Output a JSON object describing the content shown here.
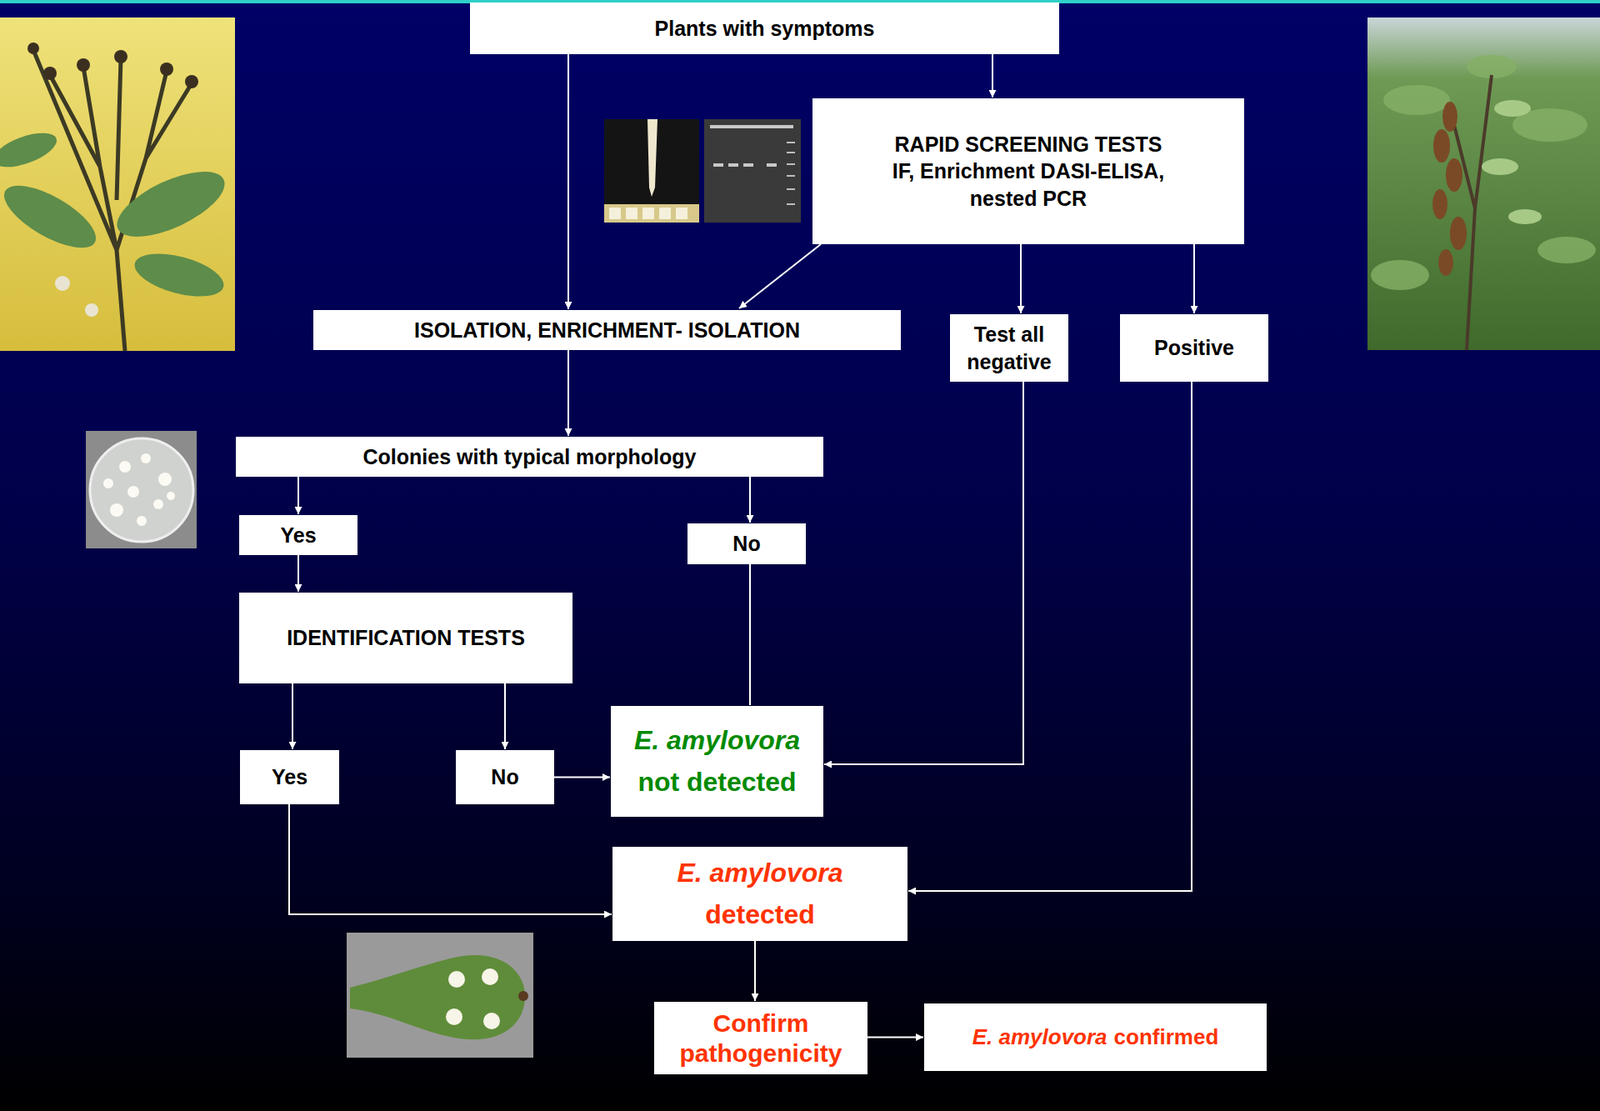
{
  "diagram": {
    "nodes": [
      {
        "text": [
          "Plants with symptoms"
        ]
      },
      {
        "text": [
          "RAPID SCREENING TESTS",
          "IF, Enrichment DASI-ELISA, nested PCR"
        ]
      },
      {
        "text": [
          "ISOLATION, ENRICHMENT- ISOLATION"
        ]
      },
      {
        "text": [
          "Test all negative"
        ]
      },
      {
        "text": [
          "Positive"
        ]
      },
      {
        "text": [
          "Colonies with typical morphology"
        ]
      },
      {
        "text": [
          "Yes"
        ]
      },
      {
        "text": [
          "No"
        ]
      },
      {
        "text": [
          "IDENTIFICATION TESTS"
        ]
      },
      {
        "text": [
          "Yes"
        ]
      },
      {
        "text": [
          "No"
        ]
      },
      {
        "text": [
          "E. amylovora",
          "not detected"
        ]
      },
      {
        "text": [
          "E. amylovora",
          "detected"
        ]
      },
      {
        "text": [
          "Confirm pathogenicity"
        ]
      },
      {
        "text": [
          "E. amylovora",
          "confirmed"
        ]
      }
    ],
    "edges": [
      {
        "from": 0,
        "to": 2,
        "arrow": "to"
      },
      {
        "from": 0,
        "to": 1,
        "arrow": "to"
      },
      {
        "from": 1,
        "to": 2,
        "arrow": "to"
      },
      {
        "from": 1,
        "to": 3,
        "arrow": "to"
      },
      {
        "from": 1,
        "to": 4,
        "arrow": "to"
      },
      {
        "from": 2,
        "to": 5,
        "arrow": "to"
      },
      {
        "from": 5,
        "to": 6,
        "arrow": "to"
      },
      {
        "from": 5,
        "to": 7,
        "arrow": "to"
      },
      {
        "from": 6,
        "to": 8,
        "arrow": "to"
      },
      {
        "from": 8,
        "to": 9,
        "arrow": "to"
      },
      {
        "from": 8,
        "to": 10,
        "arrow": "to"
      },
      {
        "from": 10,
        "to": 11,
        "arrow": "to"
      },
      {
        "from": 7,
        "to": 11,
        "arrow": "none"
      },
      {
        "from": 3,
        "to": 11,
        "arrow": "to"
      },
      {
        "from": 9,
        "to": 12,
        "arrow": "to"
      },
      {
        "from": 4,
        "to": 12,
        "arrow": "to"
      },
      {
        "from": 12,
        "to": 13,
        "arrow": "to"
      },
      {
        "from": 13,
        "to": 14,
        "arrow": "to"
      }
    ]
  }
}
